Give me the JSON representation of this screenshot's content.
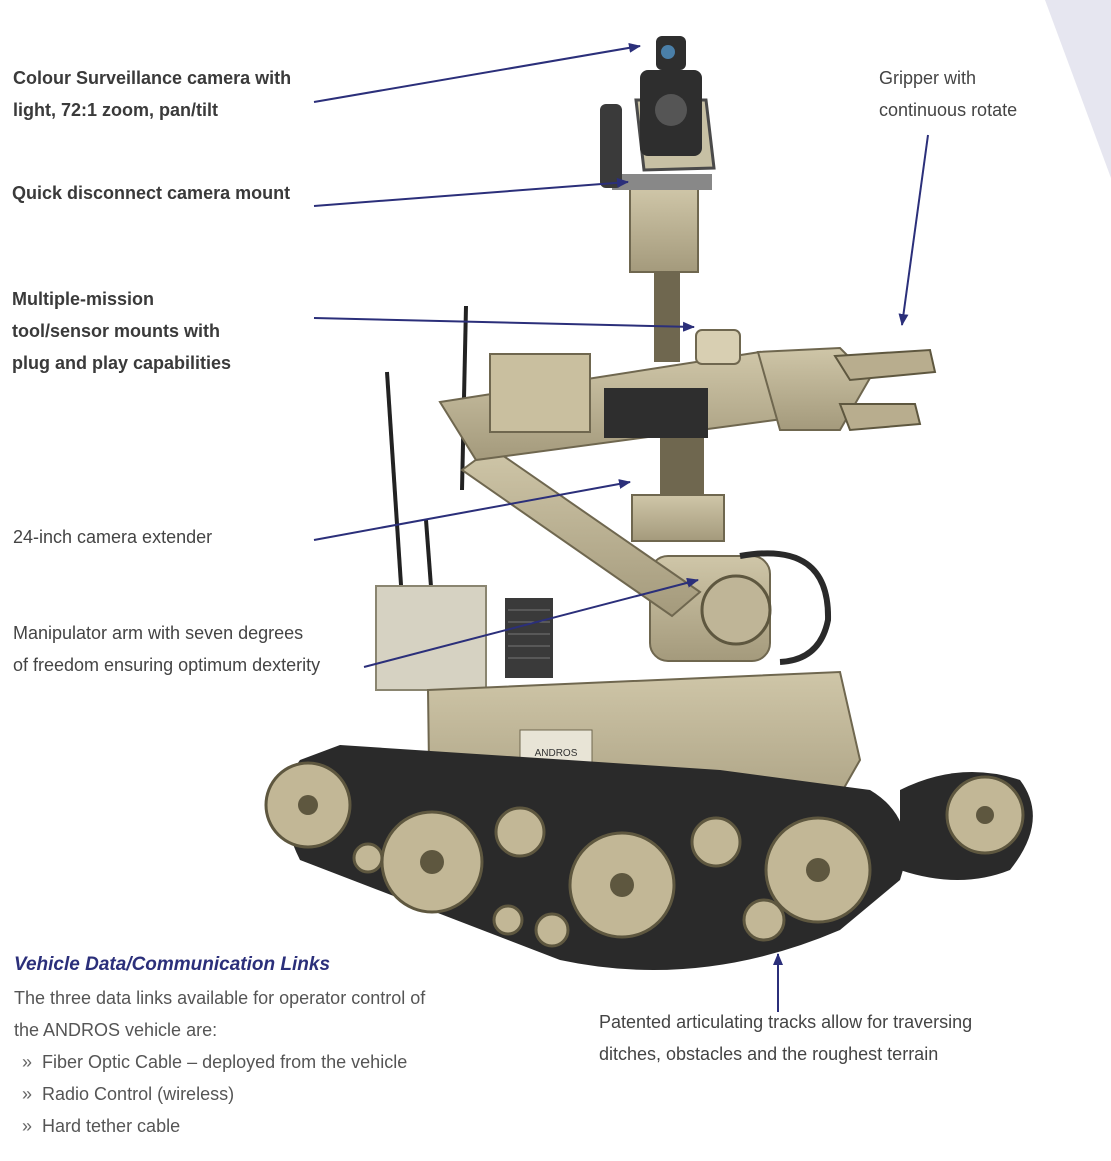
{
  "callouts": {
    "camera": [
      "Colour Surveillance camera with",
      "light, 72:1 zoom, pan/tilt"
    ],
    "mount": [
      "Quick disconnect camera mount"
    ],
    "tool_mounts": [
      "Multiple-mission",
      "tool/sensor mounts with",
      "plug and play capabilities"
    ],
    "extender": [
      "24-inch camera extender"
    ],
    "manipulator": [
      "Manipulator arm with seven degrees",
      "of freedom ensuring optimum dexterity"
    ],
    "gripper": [
      "Gripper with",
      "continuous rotate"
    ],
    "tracks": [
      "Patented articulating tracks allow for traversing",
      "ditches, obstacles and the roughest terrain"
    ]
  },
  "vehicle_badge": "ANDROS",
  "links_section": {
    "heading": "Vehicle Data/Communication Links",
    "intro": [
      "The three data links available for operator control of",
      "the ANDROS vehicle are:"
    ],
    "bullet_marker": "»",
    "items": [
      "Fiber Optic Cable – deployed from the vehicle",
      "Radio Control (wireless)",
      "Hard tether cable"
    ]
  },
  "colors": {
    "arrow": "#2b2f7a",
    "heading": "#2b2f7a",
    "corner_accent": "#e6e6f0",
    "robot_body": "#b8ad8e",
    "robot_track": "#2a2a2a"
  }
}
